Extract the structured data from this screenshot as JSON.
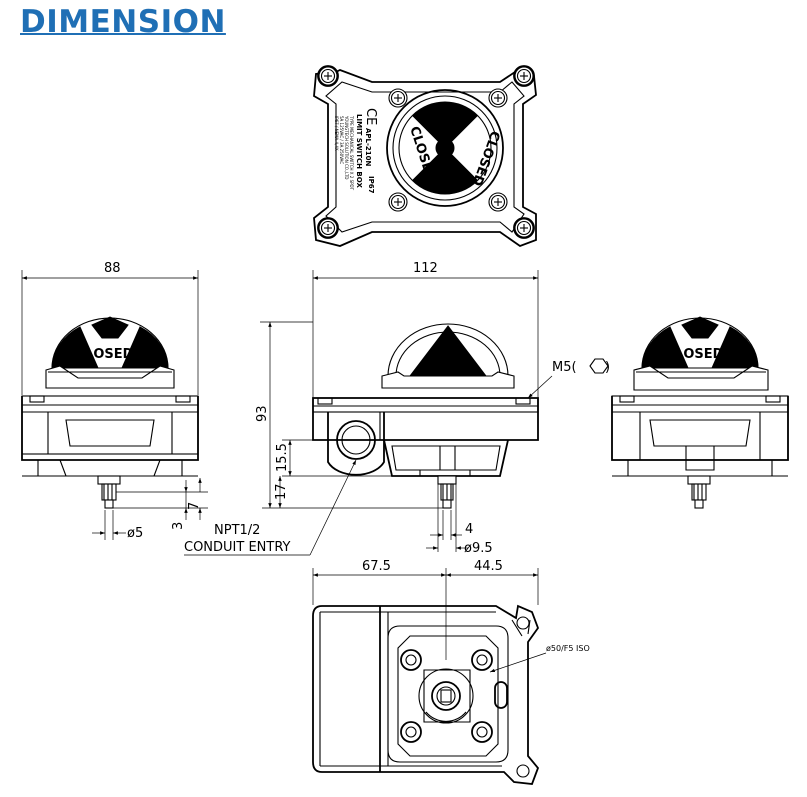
{
  "title": "DIMENSION",
  "views": {
    "top": {
      "nameplate": {
        "ce": "CE",
        "model": "APL-210N",
        "product": "LIMIT SWITCH BOX",
        "line1": "TYPE MECHANICAL SWITCH X 2 SPDT",
        "line2": "YOUNGTECH SOLUTION CO.,LTD",
        "line3": "5A 125VAC / 3A 250VAC",
        "line4": "IP67 / NEMA 4,4X",
        "ip": "IP67"
      },
      "indicator_label": "CLOSED"
    },
    "left": {
      "width_dim": "88",
      "shaft_dim_7": "7",
      "shaft_dim_3": "3",
      "shaft_dia": "ø5",
      "indicator_label": "CLOSED"
    },
    "front": {
      "width_dim": "112",
      "height_dim": "93",
      "dim_15_5": "15.5",
      "dim_17": "17",
      "dim_4": "4",
      "dim_9_5": "ø9.5",
      "screw_label": "M5(",
      "screw_close": ")",
      "conduit_line1": "NPT1/2",
      "conduit_line2": "CONDUIT  ENTRY"
    },
    "right": {
      "indicator_label": "CLOSED"
    },
    "bottom": {
      "dim_left": "67.5",
      "dim_right": "44.5",
      "iso_label": "ø50/F5  ISO"
    }
  },
  "colors": {
    "title": "#1f6fb5",
    "line": "#000000"
  }
}
